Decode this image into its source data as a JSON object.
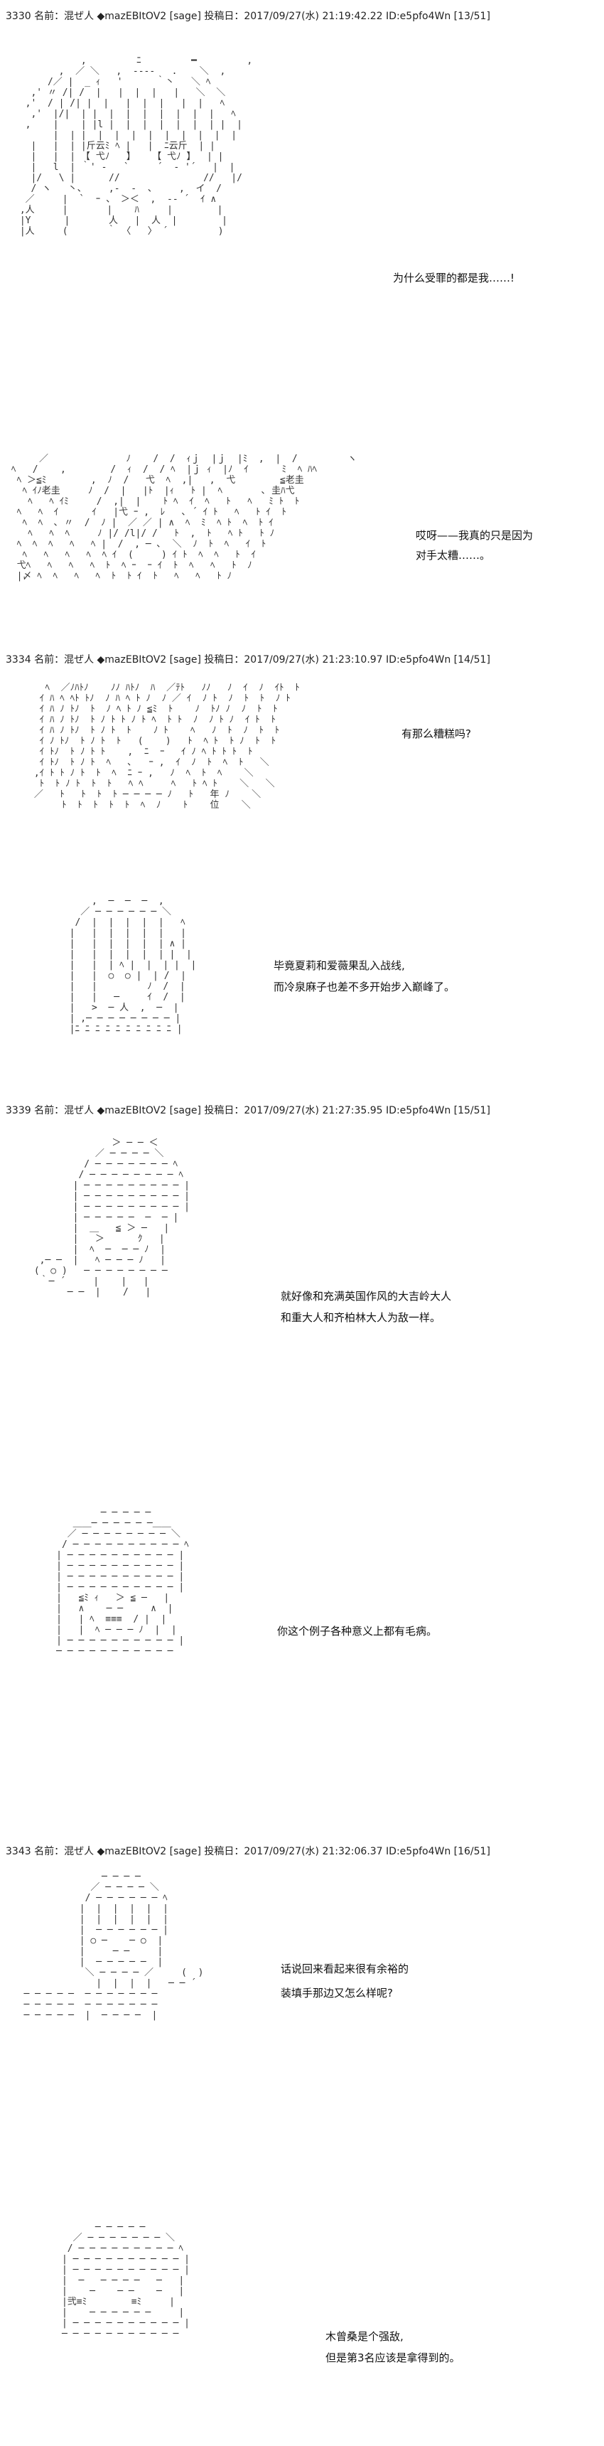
{
  "posts": [
    {
      "header": "3330 名前：混ぜ人 ◆mazEBItOV2 [sage] 投稿日：2017/09/27(水) 21:19:42.22 ID:e5pfo4Wn [13/51]"
    },
    {
      "header": "3334 名前：混ぜ人 ◆mazEBItOV2 [sage] 投稿日：2017/09/27(水) 21:23:10.97 ID:e5pfo4Wn [14/51]"
    },
    {
      "header": "3339 名前：混ぜ人 ◆mazEBItOV2 [sage] 投稿日：2017/09/27(水) 21:27:35.95 ID:e5pfo4Wn [15/51]"
    },
    {
      "header": "3343 名前：混ぜ人 ◆mazEBItOV2 [sage] 投稿日：2017/09/27(水) 21:32:06.37 ID:e5pfo4Wn [16/51]"
    }
  ],
  "panels": [
    {
      "lines": [
        "为什么受罪的都是我……!"
      ]
    },
    {
      "lines": [
        "哎呀——我真的只是因为",
        "对手太糟……。"
      ]
    },
    {
      "lines": [
        "有那么糟糕吗?"
      ]
    },
    {
      "lines": [
        "毕竟夏莉和爱薇果乱入战线,",
        "而冷泉麻子也差不多开始步入巅峰了。"
      ]
    },
    {
      "lines": [
        "就好像和充满英国作风的大吉岭大人",
        "和重大人和齐柏林大人为敌一样。"
      ]
    },
    {
      "lines": [
        "你这个例子各种意义上都有毛病。"
      ]
    },
    {
      "lines": [
        "话说回来看起来很有余裕的",
        "装填手那边又怎么样呢?"
      ]
    },
    {
      "lines": [
        "木曾桑是个强敌,",
        "但是第3名应该是拿得到的。"
      ]
    }
  ]
}
